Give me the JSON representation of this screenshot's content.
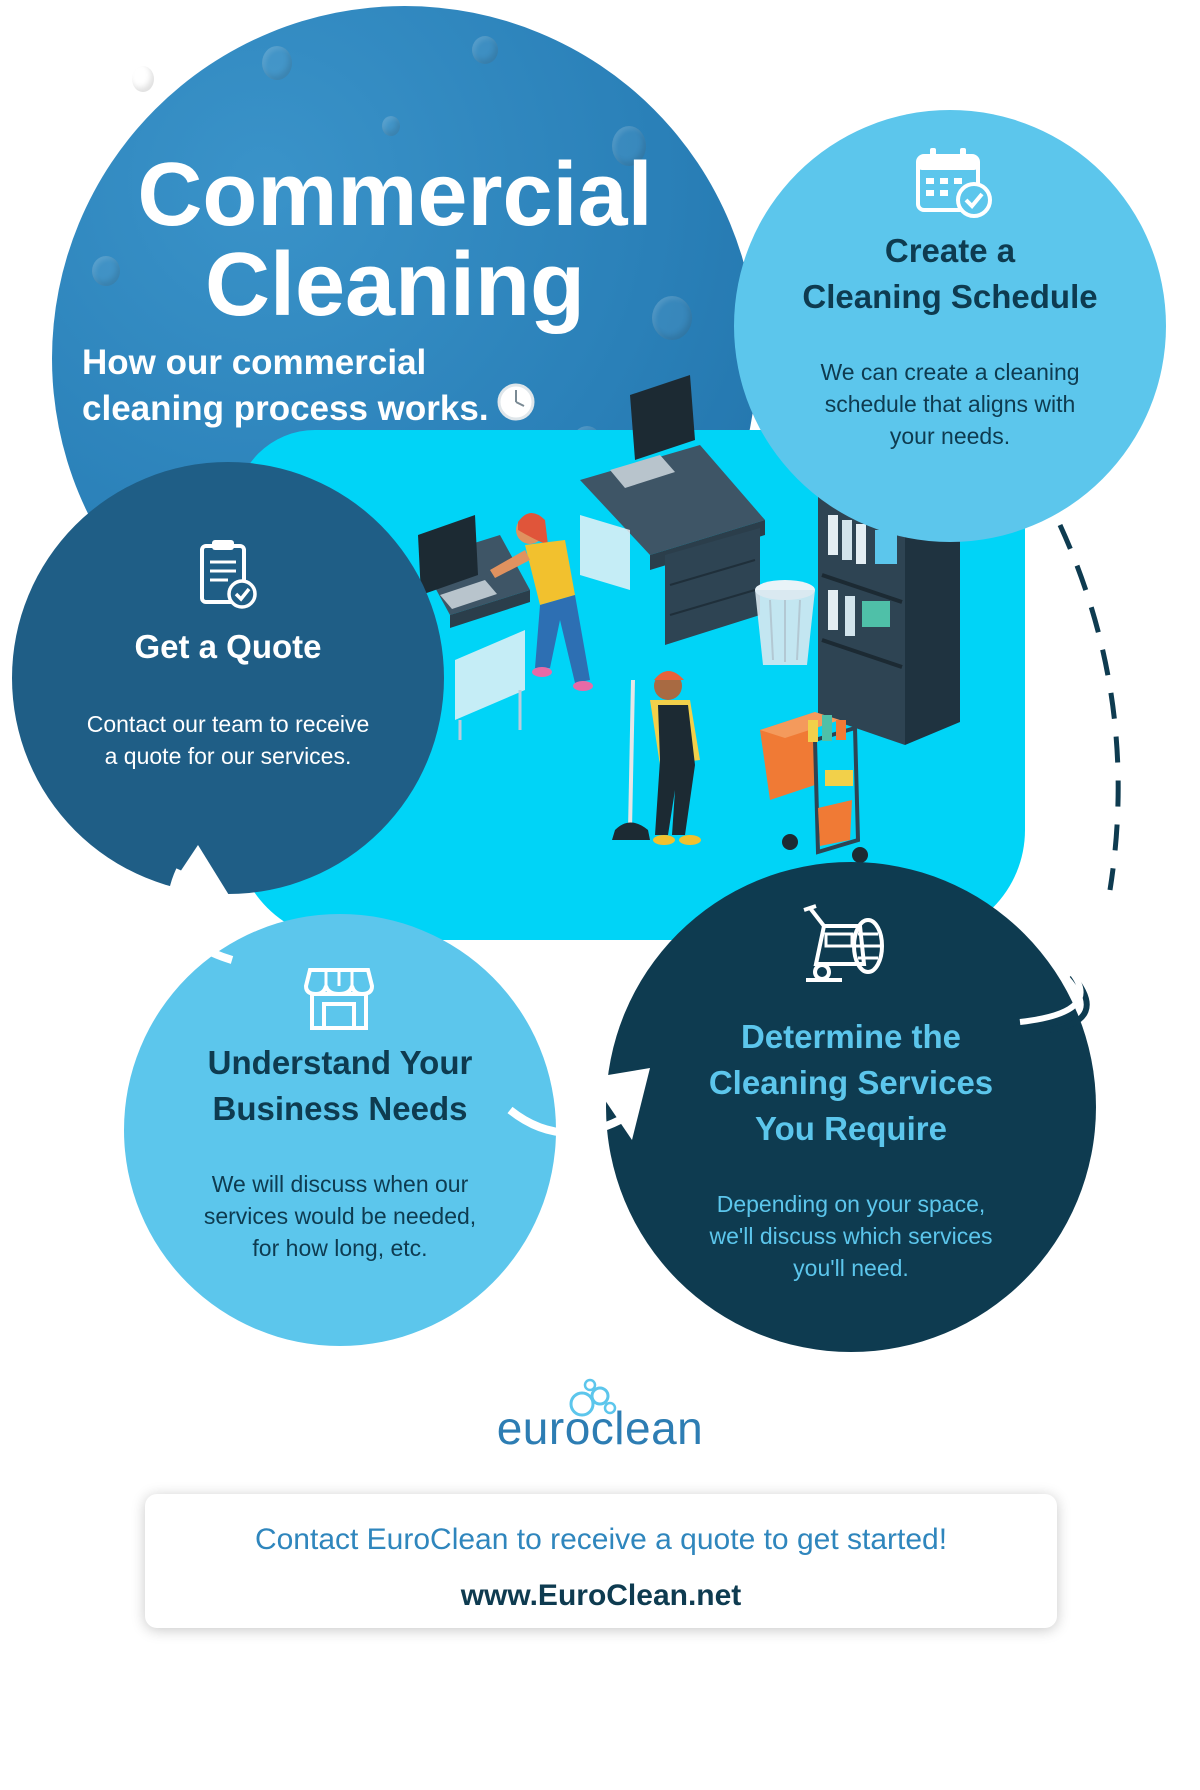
{
  "hero": {
    "title_line1": "Commercial",
    "title_line2": "Cleaning",
    "subtitle_line1": "How our commercial",
    "subtitle_line2": "cleaning process works."
  },
  "steps": {
    "quote": {
      "title": "Get a Quote",
      "body_line1": "Contact our team to receive",
      "body_line2": "a quote for our services.",
      "icon": "clipboard-check-icon"
    },
    "schedule": {
      "title_line1": "Create a",
      "title_line2": "Cleaning Schedule",
      "body_line1": "We can create a cleaning",
      "body_line2": "schedule that aligns with",
      "body_line3": "your needs.",
      "icon": "calendar-check-icon"
    },
    "needs": {
      "title_line1": "Understand Your",
      "title_line2": "Business Needs",
      "body_line1": "We will discuss when our",
      "body_line2": "services would be needed,",
      "body_line3": "for how long, etc.",
      "icon": "storefront-icon"
    },
    "determine": {
      "title_line1": "Determine the",
      "title_line2": "Cleaning Services",
      "title_line3": "You Require",
      "body_line1": "Depending on your space,",
      "body_line2": "we'll discuss which services",
      "body_line3": "you'll need.",
      "icon": "floor-scrubber-icon"
    }
  },
  "brand": {
    "logo_text": "euroclean"
  },
  "cta": {
    "line": "Contact EuroClean to receive a quote to get started!",
    "url": "www.EuroClean.net"
  },
  "colors": {
    "hero_blue": "#2a80b8",
    "light_blue": "#5cc6ec",
    "mid_navy": "#1f5e86",
    "dark_navy": "#0e3b50",
    "floor_cyan": "#00d4f7",
    "cta_blue": "#2f86bd"
  }
}
